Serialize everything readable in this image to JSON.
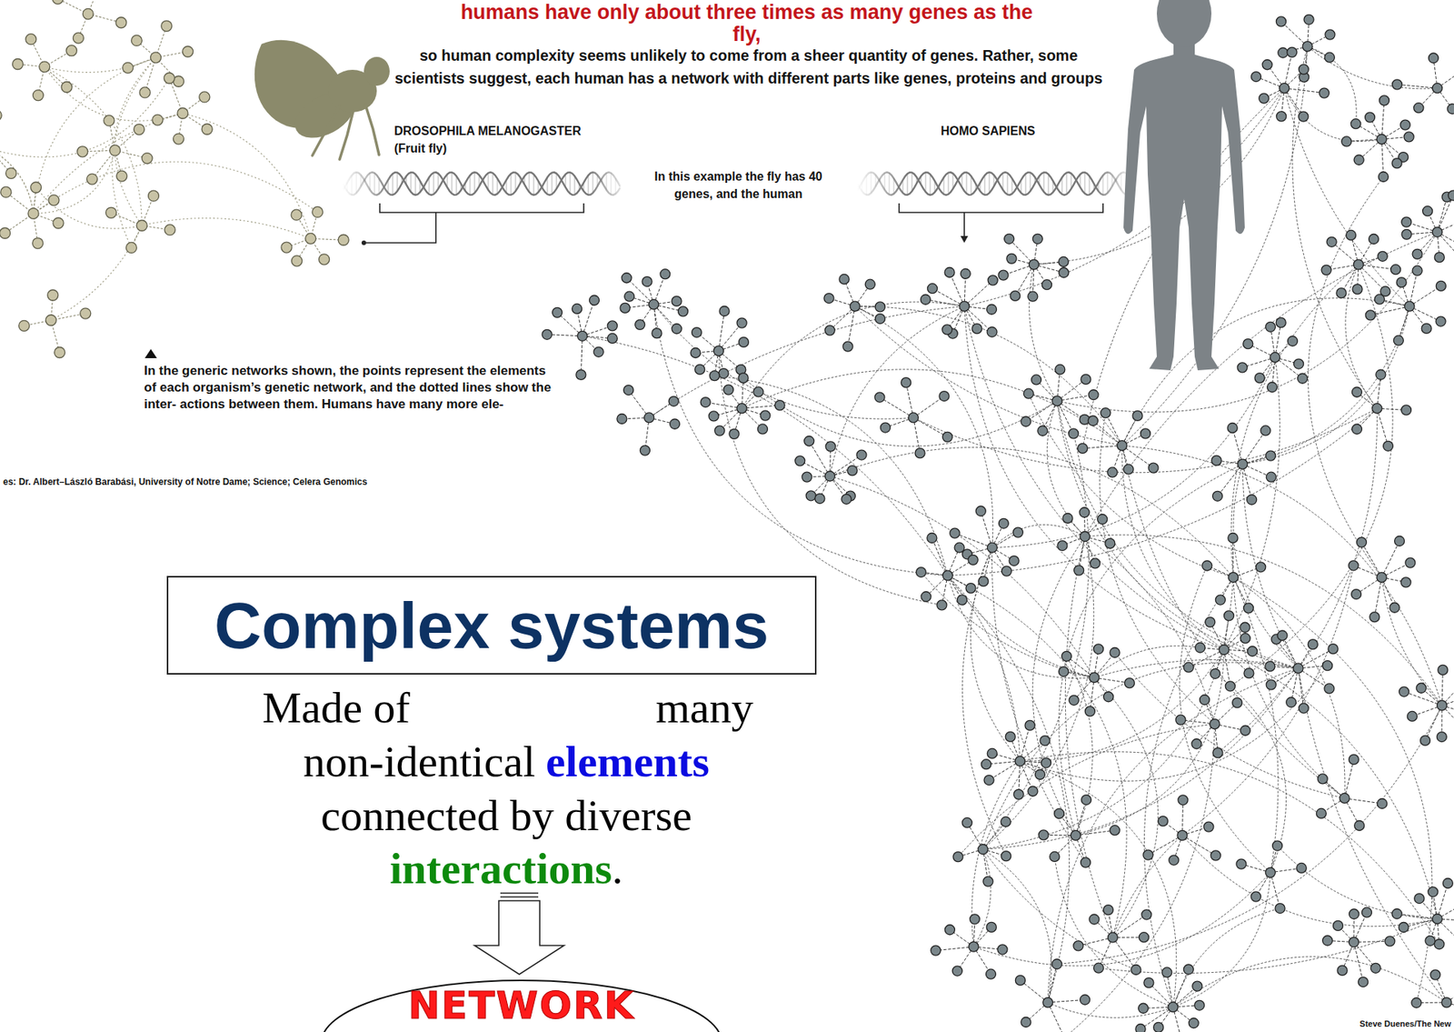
{
  "diagram": {
    "title": "humans have only about three times as many genes as the fly,",
    "nodes": [
      {
        "text": [
          "Complex systems"
        ]
      },
      {
        "text": [
          "NETWORK"
        ]
      }
    ],
    "labels": [
      "so human complexity seems unlikely to come from a sheer quantity of genes. Rather, some scientists suggest, each human has a network with different parts like genes, proteins and groups",
      "DROSOPHILA MELANOGASTER",
      "(Fruit fly)",
      "HOMO SAPIENS",
      "In this example the fly has 40 genes, and the human",
      "In the generic networks shown, the points represent the elements of each organism’s genetic network, and the dotted lines show the inter- actions between them. Humans have many more ele-",
      "es: Dr. Albert–László Barabási, University of Notre Dame; Science; Celera Genomics",
      "Made of",
      "many",
      "non-identical",
      "elements",
      "connected by diverse",
      "interactions",
      ".",
      "Steve Duenes/The New"
    ]
  }
}
